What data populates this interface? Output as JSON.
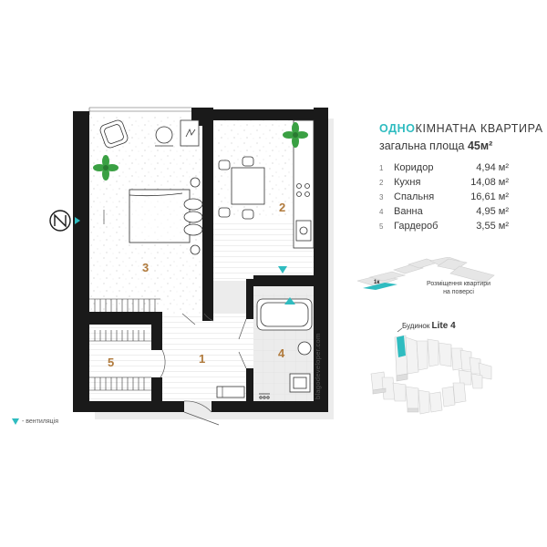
{
  "title": {
    "accent": "ОДНО",
    "rest": "КІМНАТНА КВАРТИРА"
  },
  "subtitle": {
    "label": "загальна площа",
    "value": "45м²"
  },
  "rooms": [
    {
      "n": "1",
      "name": "Коридор",
      "area": "4,94 м²"
    },
    {
      "n": "2",
      "name": "Кухня",
      "area": "14,08 м²"
    },
    {
      "n": "3",
      "name": "Спальня",
      "area": "16,61 м²"
    },
    {
      "n": "4",
      "name": "Ванна",
      "area": "4,95 м²"
    },
    {
      "n": "5",
      "name": "Гардероб",
      "area": "3,55 м²"
    }
  ],
  "plan_labels": {
    "r1": "1",
    "r2": "2",
    "r3": "3",
    "r4": "4",
    "r5": "5"
  },
  "website": "blagodeveloper.com",
  "location_note": {
    "line1": "Розміщення квартири",
    "line2": "на поверсі",
    "unit_tag": "1к"
  },
  "building": {
    "prefix": "Будинок",
    "name": "Lite 4"
  },
  "legend": {
    "vent": "- вентиляція"
  },
  "colors": {
    "accent": "#2fbcc0",
    "wall": "#1a1a1a",
    "room_number": "#b07a3c",
    "plant": "#3aa043",
    "bathroom_floor": "#e9e9e9"
  }
}
